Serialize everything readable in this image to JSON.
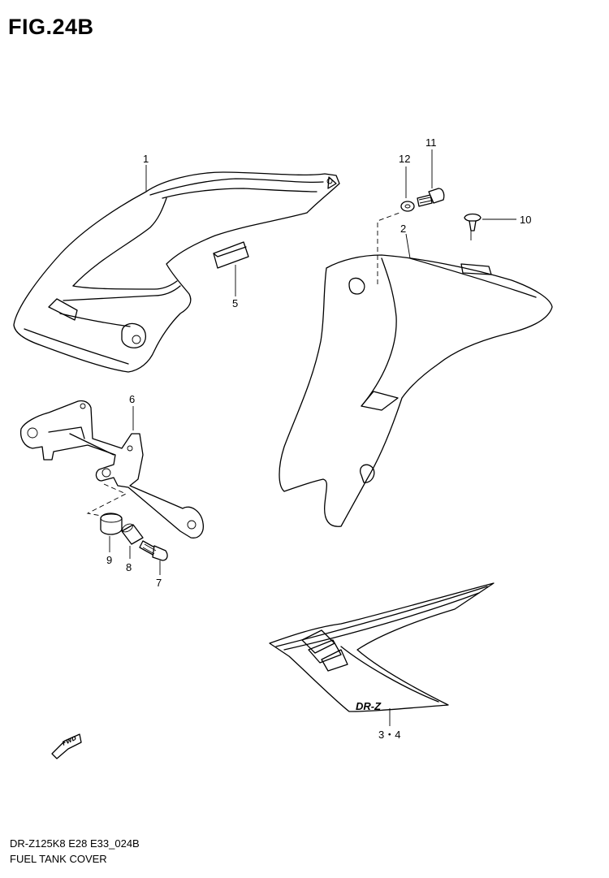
{
  "figure": {
    "title": "FIG.24B",
    "code": "DR-Z125K8 E28 E33_024B",
    "name": "FUEL TANK COVER"
  },
  "callouts": {
    "c1": "1",
    "c2": "2",
    "c34": "3・4",
    "c5": "5",
    "c6": "6",
    "c7": "7",
    "c8": "8",
    "c9": "9",
    "c10": "10",
    "c11": "11",
    "c12": "12"
  },
  "fwd_label": "FWD",
  "decal_text": "DR-Z"
}
